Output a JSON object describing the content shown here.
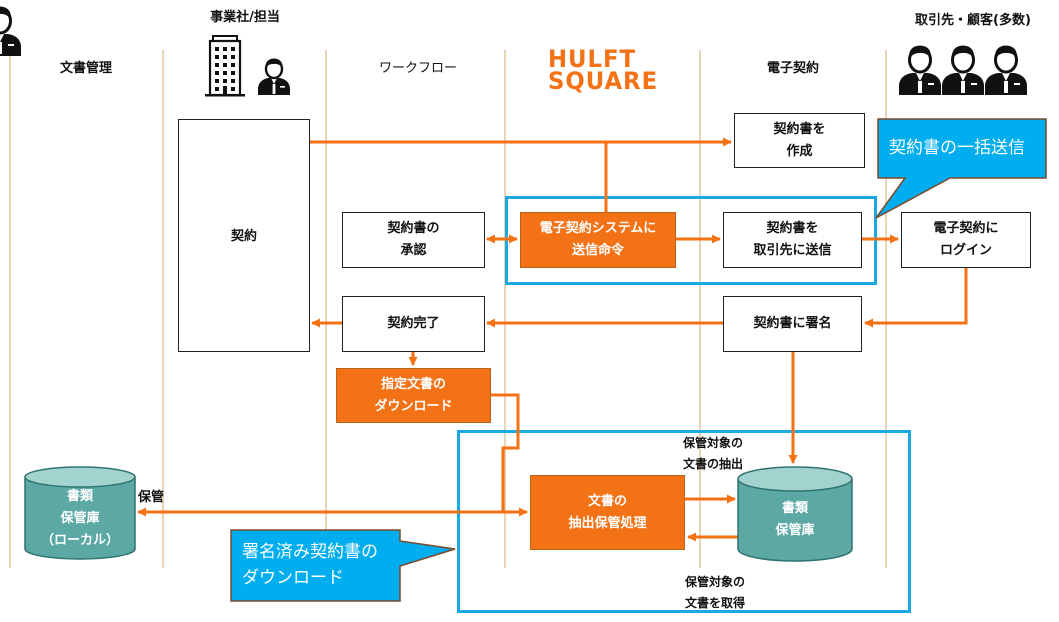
{
  "header": {
    "lane_document_management": "文書管理",
    "business_label": "事業社/担当",
    "lane_workflow": "ワークフロー",
    "logo": [
      "HULFT",
      "SQUARE"
    ],
    "lane_e_contract": "電子契約",
    "customers_label": "取引先・顧客(多数)"
  },
  "icons": {
    "business": [
      "building-icon",
      "business-person-icon"
    ],
    "customers": "customer-group-icon"
  },
  "boxes": {
    "contract": [
      "契約"
    ],
    "create": [
      "契約書を",
      "作成"
    ],
    "approval": [
      "契約書の",
      "承認"
    ],
    "send_command": [
      "電子契約システムに",
      "送信命令"
    ],
    "send_to_partner": [
      "契約書を",
      "取引先に送信"
    ],
    "login": [
      "電子契約に",
      "ログイン"
    ],
    "complete": [
      "契約完了"
    ],
    "sign": [
      "契約書に署名"
    ],
    "download": [
      "指定文書の",
      "ダウンロード"
    ],
    "extract_store": [
      "文書の",
      "抽出保管処理"
    ]
  },
  "storage": {
    "local": [
      "書類",
      "保管庫",
      "（ローカル）"
    ],
    "cloud": [
      "書類",
      "保管庫"
    ]
  },
  "labels": {
    "store": "保管",
    "extract": [
      "保管対象の",
      "文書の抽出"
    ],
    "retrieve": [
      "保管対象の",
      "文書を取得"
    ]
  },
  "callouts": {
    "bulk_send": [
      "契約書の一括送信"
    ],
    "signed_download": [
      "署名済み契約書の",
      "ダウンロード"
    ]
  },
  "colors": {
    "orange": "#f47216",
    "highlight_border": "#1aa9e1",
    "callout_fill": "#00aeef",
    "storage_teal": "#5ba8a4",
    "lane_divider": "#e5cba5"
  }
}
